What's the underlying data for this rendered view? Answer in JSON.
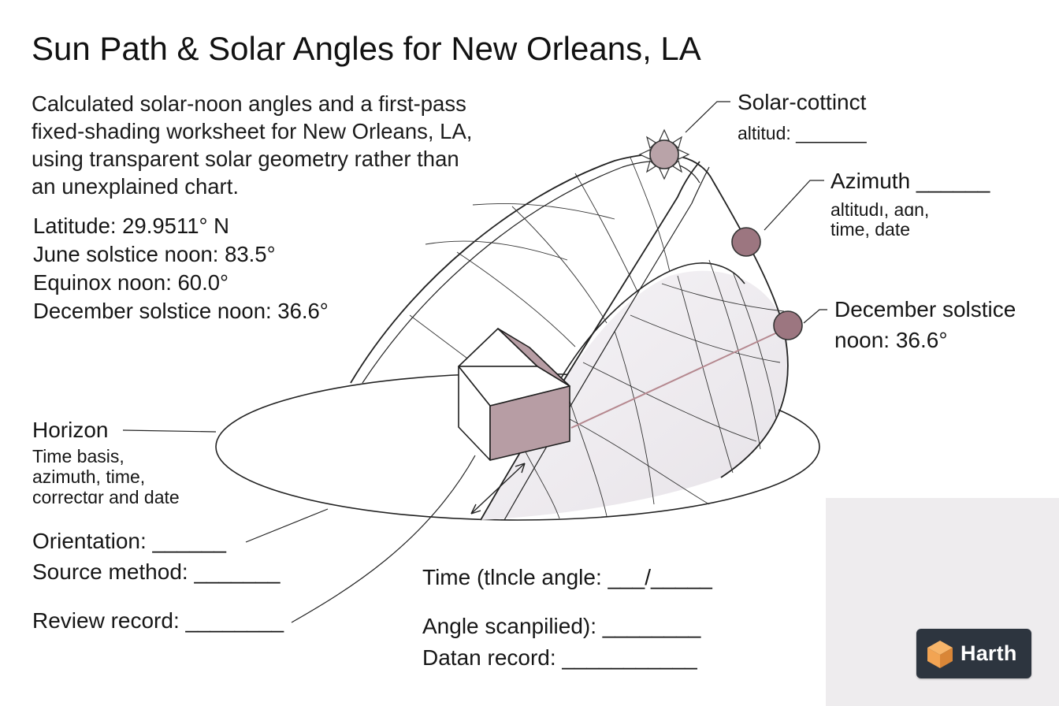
{
  "title": "Sun Path & Solar Angles for New Orleans, LA",
  "intro": [
    "Calculated solar-noon angles and a first-pass",
    "fixed-shading worksheet for New Orleans, LA,",
    "using transparent solar geometry rather than",
    "an unexplained chart."
  ],
  "facts": {
    "latitude": "Latitude: 29.9511° N",
    "june": "June solstice noon: 83.5°",
    "equinox": "Equinox noon: 60.0°",
    "december": "December solstice noon: 36.6°"
  },
  "callouts": {
    "solar_top_title": "Solar-cottinct",
    "solar_top_sub": "altitud: _______",
    "azimuth_title": "Azimuth ______",
    "azimuth_sub1": "altitudı, aɑn,",
    "azimuth_sub2": "time, date",
    "december_line1": "December solstice",
    "december_line2": "noon: 36.6°",
    "horizon_title": "Horizon",
    "horizon_sub1": "Time basis,",
    "horizon_sub2": "azimuth, time,",
    "horizon_sub3": "correctɑr and date"
  },
  "worksheet": {
    "orientation": "Orientation: ______",
    "source_method": "Source method: _______",
    "review_record": "Review record: ________",
    "time_angle": "Time (tlncle angle: ___/_____",
    "angle_scan": "Angle scanpilied): ________",
    "datan_record": "Datan record: ___________"
  },
  "brand": {
    "name": "Harth",
    "icon": "cube-logo-icon",
    "color": "#f2a453"
  },
  "colors": {
    "sun_marker": "#9c7680",
    "wall_shade": "#b79da4",
    "ray": "#b5888f",
    "line": "#2a2a2a"
  }
}
